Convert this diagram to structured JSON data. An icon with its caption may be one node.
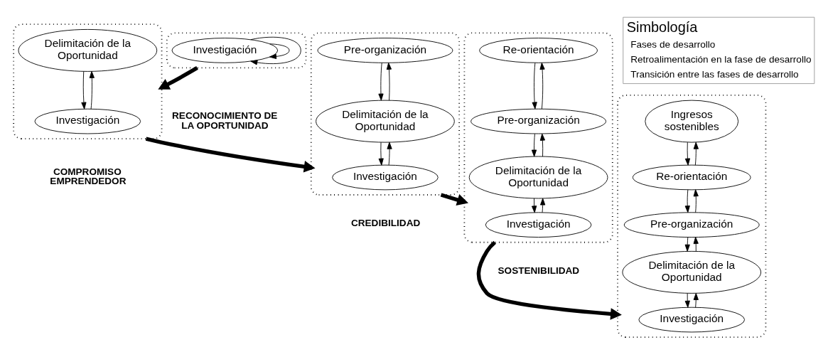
{
  "diagram": {
    "nodes": [
      {
        "text": [],
        "shape": "ellipse"
      },
      {
        "text": [
          "Investigación"
        ],
        "in": 0
      },
      {
        "text": [],
        "shape": "ellipse"
      },
      {
        "text": [
          "Delimitación de la Oportunidad"
        ],
        "in": 2
      },
      {
        "text": [
          "Investigación"
        ],
        "in": 2
      },
      {
        "text": [],
        "shape": "ellipse"
      },
      {
        "text": [
          "Pre-organización"
        ],
        "in": 5
      },
      {
        "text": [
          "Delimitación de la Oportunidad"
        ],
        "in": 5
      },
      {
        "text": [
          "Investigación"
        ],
        "in": 5
      },
      {
        "text": [],
        "shape": "ellipse"
      },
      {
        "text": [
          "Re-orientación"
        ],
        "in": 9
      },
      {
        "text": [
          "Pre-organización"
        ],
        "in": 9
      },
      {
        "text": [
          "Delimitación de la Oportunidad"
        ],
        "in": 9
      },
      {
        "text": [
          "Investigación"
        ],
        "in": 9
      },
      {
        "text": [],
        "shape": "ellipse"
      },
      {
        "text": [
          "Ingresos sostenibles"
        ],
        "in": 14
      },
      {
        "text": [
          "Re-orientación"
        ],
        "in": 14
      },
      {
        "text": [
          "Pre-organización"
        ],
        "in": 14
      },
      {
        "text": [
          "Delimitación de la Oportunidad"
        ],
        "in": 14
      },
      {
        "text": [
          "Investigación"
        ],
        "in": 14
      }
    ],
    "edges": [
      {
        "from": 1,
        "to": 1,
        "arrow": "to"
      },
      {
        "from": 1,
        "to": 1,
        "arrow": "to"
      },
      {
        "from": 0,
        "to": 2,
        "arrow": "to",
        "style": "thick"
      },
      {
        "from": 4,
        "to": 3,
        "arrow": "to"
      },
      {
        "from": 3,
        "to": 4,
        "arrow": "to"
      },
      {
        "from": 2,
        "to": 5,
        "arrow": "to",
        "style": "thick"
      },
      {
        "from": 8,
        "to": 7,
        "arrow": "to"
      },
      {
        "from": 7,
        "to": 6,
        "arrow": "to"
      },
      {
        "from": 6,
        "to": 7,
        "arrow": "to"
      },
      {
        "from": 7,
        "to": 8,
        "arrow": "to"
      },
      {
        "from": 5,
        "to": 9,
        "arrow": "to",
        "style": "thick"
      },
      {
        "from": 13,
        "to": 12,
        "arrow": "to"
      },
      {
        "from": 12,
        "to": 11,
        "arrow": "to"
      },
      {
        "from": 11,
        "to": 10,
        "arrow": "to"
      },
      {
        "from": 10,
        "to": 11,
        "arrow": "to"
      },
      {
        "from": 11,
        "to": 12,
        "arrow": "to"
      },
      {
        "from": 12,
        "to": 13,
        "arrow": "to"
      },
      {
        "from": 9,
        "to": 14,
        "arrow": "to",
        "style": "thick"
      },
      {
        "from": 19,
        "to": 18,
        "arrow": "to"
      },
      {
        "from": 18,
        "to": 17,
        "arrow": "to"
      },
      {
        "from": 17,
        "to": 16,
        "arrow": "to"
      },
      {
        "from": 16,
        "to": 15,
        "arrow": "to"
      },
      {
        "from": 15,
        "to": 16,
        "arrow": "to"
      },
      {
        "from": 16,
        "to": 17,
        "arrow": "to"
      },
      {
        "from": 17,
        "to": 18,
        "arrow": "to"
      },
      {
        "from": 18,
        "to": 19,
        "arrow": "to"
      }
    ],
    "labels": [
      "Simbología",
      "RECONOCIMIENTO DE LA OPORTUNIDAD",
      "COMPROMISO EMPRENDEDOR",
      "CREDIBILIDAD",
      "SOSTENIBILIDAD"
    ],
    "legend": [
      {
        "text": "Fases de desarrollo"
      },
      {
        "text": "Retroalimentación en la fase de desarrollo"
      },
      {
        "text": "Transición entre las fases de desarrollo"
      }
    ]
  }
}
